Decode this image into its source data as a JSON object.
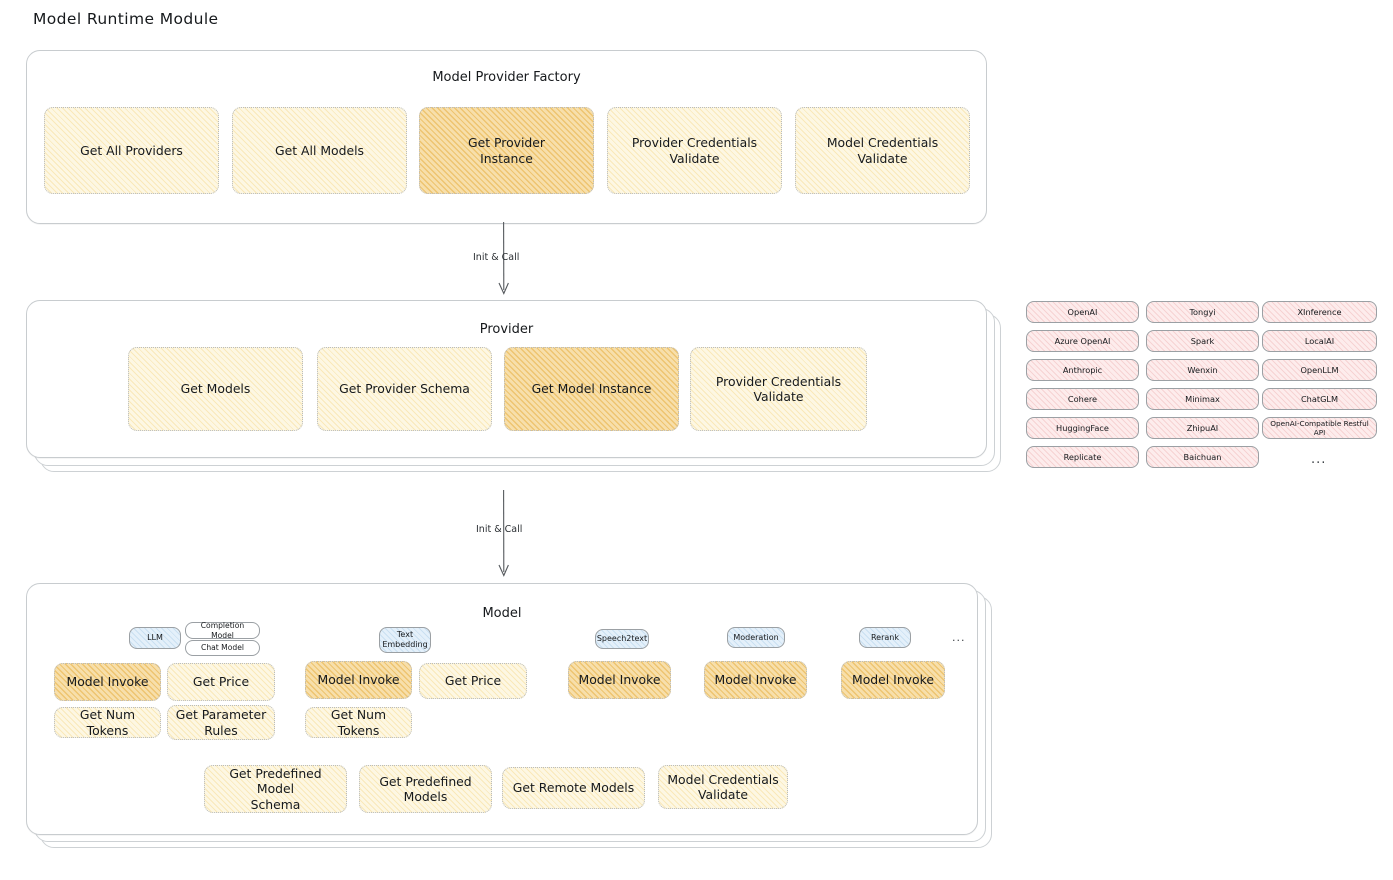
{
  "page": {
    "title": "Model Runtime Module"
  },
  "factory": {
    "title": "Model Provider Factory",
    "items": [
      {
        "label": "Get All Providers",
        "highlight": false
      },
      {
        "label": "Get All Models",
        "highlight": false
      },
      {
        "label": "Get Provider\nInstance",
        "highlight": true
      },
      {
        "label": "Provider Credentials\nValidate",
        "highlight": false
      },
      {
        "label": "Model Credentials\nValidate",
        "highlight": false
      }
    ]
  },
  "arrow1": {
    "label": "Init & Call"
  },
  "provider": {
    "title": "Provider",
    "items": [
      {
        "label": "Get Models",
        "highlight": false
      },
      {
        "label": "Get Provider Schema",
        "highlight": false
      },
      {
        "label": "Get Model Instance",
        "highlight": true
      },
      {
        "label": "Provider Credentials\nValidate",
        "highlight": false
      }
    ]
  },
  "arrow2": {
    "label": "Init & Call"
  },
  "provider_list": {
    "column1": [
      "OpenAI",
      "Azure OpenAI",
      "Anthropic",
      "Cohere",
      "HuggingFace",
      "Replicate"
    ],
    "column2": [
      "Tongyi",
      "Spark",
      "Wenxin",
      "Minimax",
      "ZhipuAI",
      "Baichuan"
    ],
    "column3": [
      "XInference",
      "LocalAI",
      "OpenLLM",
      "ChatGLM",
      "OpenAI-Compatible Restful API"
    ],
    "more": "..."
  },
  "model": {
    "title": "Model",
    "more": "...",
    "types": [
      {
        "chip": "LLM",
        "subchips": [
          "Completion Model",
          "Chat Model"
        ],
        "methods": [
          {
            "label": "Model Invoke",
            "highlight": true
          },
          {
            "label": "Get Price",
            "highlight": false
          },
          {
            "label": "Get Num Tokens",
            "highlight": false
          },
          {
            "label": "Get Parameter\nRules",
            "highlight": false
          }
        ]
      },
      {
        "chip": "Text\nEmbedding",
        "subchips": [],
        "methods": [
          {
            "label": "Model Invoke",
            "highlight": true
          },
          {
            "label": "Get Price",
            "highlight": false
          },
          {
            "label": "Get Num Tokens",
            "highlight": false
          }
        ]
      },
      {
        "chip": "Speech2text",
        "subchips": [],
        "methods": [
          {
            "label": "Model Invoke",
            "highlight": true
          }
        ]
      },
      {
        "chip": "Moderation",
        "subchips": [],
        "methods": [
          {
            "label": "Model Invoke",
            "highlight": true
          }
        ]
      },
      {
        "chip": "Rerank",
        "subchips": [],
        "methods": [
          {
            "label": "Model Invoke",
            "highlight": true
          }
        ]
      }
    ],
    "common_methods": [
      "Get Predefined Model\nSchema",
      "Get Predefined\nModels",
      "Get Remote Models",
      "Model Credentials\nValidate"
    ]
  },
  "colors": {
    "cream_fill": "#fdf7e3",
    "amber_fill": "#f7dfab",
    "rose_fill": "#fdecec",
    "blue_fill": "#e4f0fa",
    "panel_border": "#c8cccf",
    "text": "#16191c"
  }
}
